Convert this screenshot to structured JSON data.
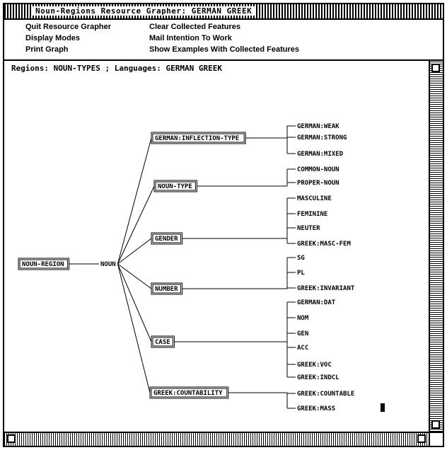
{
  "window": {
    "title": "Noun-Regions Resource Grapher: GERMAN GREEK"
  },
  "menu": {
    "col1": [
      "Quit Resource Grapher",
      "Display Modes",
      "Print Graph"
    ],
    "col2": [
      "Clear Collected Features",
      "Mail Intention To Work",
      "Show Examples With Collected Features"
    ]
  },
  "status": "Regions: NOUN-TYPES ; Languages: GERMAN GREEK",
  "graph": {
    "root": "NOUN-REGION",
    "root_link": "NOUN",
    "branches": [
      {
        "label": "GERMAN:INFLECTION-TYPE",
        "leaves": [
          "GERMAN:WEAK",
          "GERMAN:STRONG",
          "GERMAN:MIXED"
        ]
      },
      {
        "label": "NOUN-TYPE",
        "leaves": [
          "COMMON-NOUN",
          "PROPER-NOUN"
        ]
      },
      {
        "label": "GENDER",
        "leaves": [
          "MASCULINE",
          "FEMININE",
          "NEUTER",
          "GREEK:MASC-FEM"
        ]
      },
      {
        "label": "NUMBER",
        "leaves": [
          "SG",
          "PL",
          "GREEK:INVARIANT"
        ]
      },
      {
        "label": "CASE",
        "leaves": [
          "GERMAN:DAT",
          "NOM",
          "GEN",
          "ACC",
          "GREEK:VOC",
          "GREEK:INDCL"
        ]
      },
      {
        "label": "GREEK:COUNTABILITY",
        "leaves": [
          "GREEK:COUNTABLE",
          "GREEK:MASS"
        ]
      }
    ]
  }
}
